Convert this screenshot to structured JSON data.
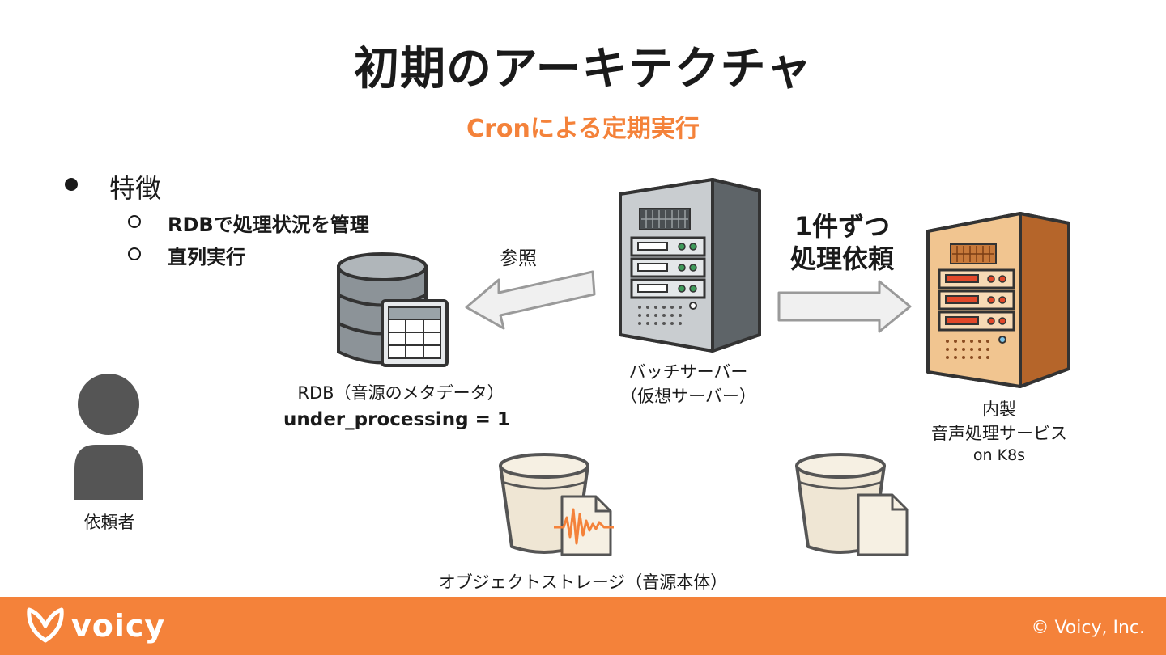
{
  "slide": {
    "title": "初期のアーキテクチャ",
    "subtitle": "Cronによる定期実行"
  },
  "features": {
    "heading": "特徴",
    "items": [
      "RDBで処理状況を管理",
      "直列実行"
    ]
  },
  "diagram": {
    "requester_label": "依頼者",
    "rdb_label": "RDB（音源のメタデータ）",
    "rdb_status": "under_processing = 1",
    "reference_label": "参照",
    "batch_server_label_1": "バッチサーバー",
    "batch_server_label_2": "（仮想サーバー）",
    "request_label_1": "1件ずつ",
    "request_label_2": "処理依頼",
    "service_label_1": "内製",
    "service_label_2": "音声処理サービス",
    "service_label_3": "on K8s",
    "object_storage_label": "オブジェクトストレージ（音源本体）"
  },
  "footer": {
    "logo": "voicy",
    "copyright": "© Voicy, Inc."
  },
  "colors": {
    "accent": "#f4823a",
    "text": "#1a1a1a"
  }
}
